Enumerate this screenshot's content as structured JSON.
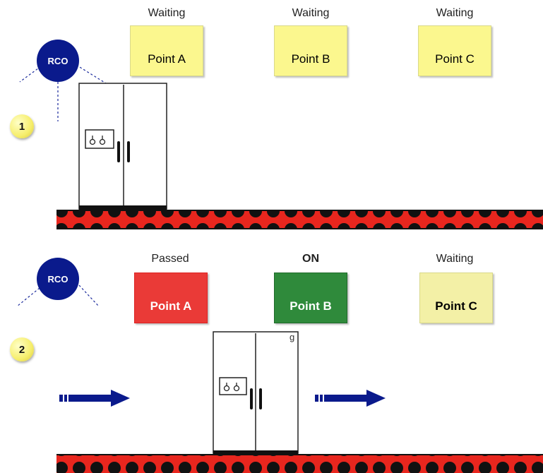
{
  "stages": [
    {
      "step": "1",
      "rco_label": "RCO",
      "points": [
        {
          "status": "Waiting",
          "label": "Point A"
        },
        {
          "status": "Waiting",
          "label": "Point B"
        },
        {
          "status": "Waiting",
          "label": "Point C"
        }
      ]
    },
    {
      "step": "2",
      "rco_label": "RCO",
      "points": [
        {
          "status": "Passed",
          "label": "Point A"
        },
        {
          "status": "ON",
          "label": "Point B"
        },
        {
          "status": "Waiting",
          "label": "Point C"
        }
      ],
      "cabinet_mark": "g"
    }
  ],
  "colors": {
    "waiting": "#fbf78e",
    "passed": "#ea3a37",
    "on": "#2f8a3b",
    "rco": "#0a1a8c",
    "conveyor": "#e8261e",
    "arrow": "#0a1a8c"
  },
  "icons": {
    "point": "network-computer-icon",
    "rco": "circle-node",
    "flow": "right-arrow-icon"
  }
}
